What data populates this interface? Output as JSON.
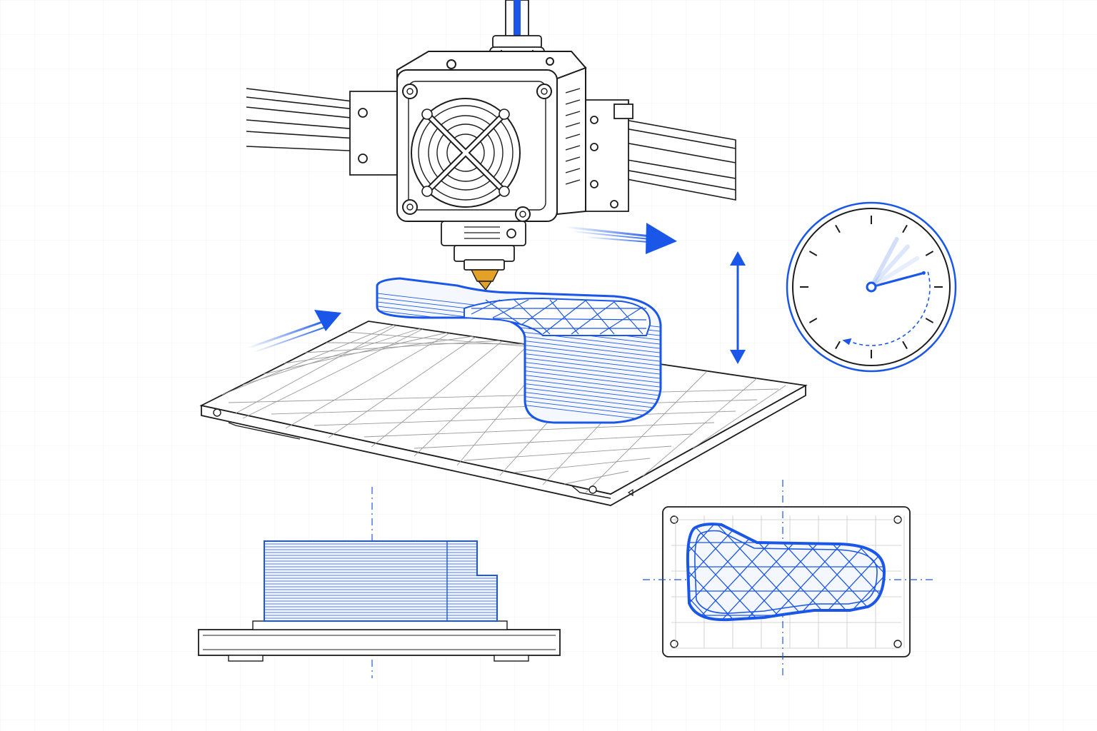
{
  "illustration": {
    "subject": "3d-printer-print-process",
    "colors": {
      "background": "#ffffff",
      "grid": "#eef0f5",
      "ink": "#1c1c1c",
      "ink_light": "#9a9a9a",
      "accent": "#1a56e8",
      "accent_light": "#9bb6f5",
      "nozzle_tip": "#e3a128"
    },
    "icons": [
      "hotend-fan-icon",
      "motion-arrow-icon",
      "vertical-arrow-icon",
      "clock-icon"
    ],
    "clock": {
      "tick_count": 12,
      "hand_angles_deg": [
        75,
        28,
        42,
        58
      ],
      "sweep_from_deg": 75,
      "sweep_to_deg": 205
    }
  }
}
